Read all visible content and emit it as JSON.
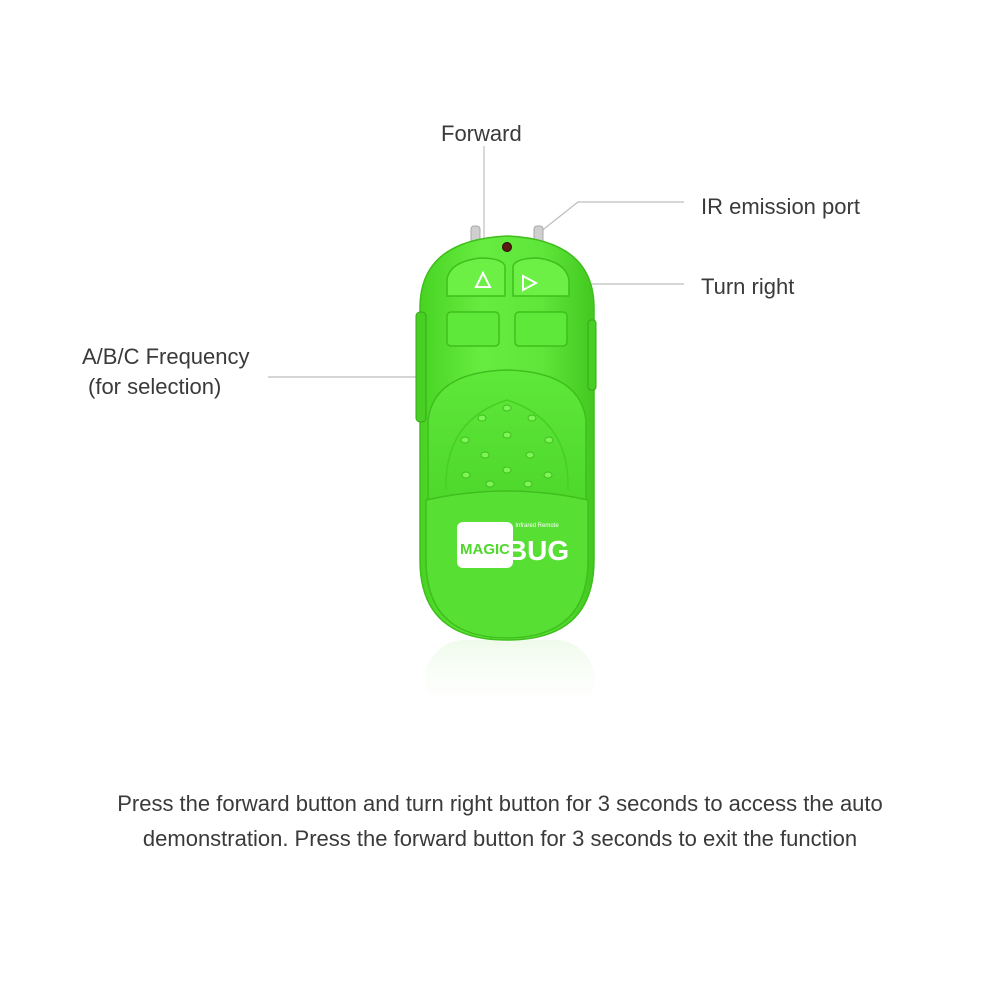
{
  "labels": {
    "forward": "Forward",
    "ir_port": "IR emission port",
    "turn_right": "Turn right",
    "frequency_line1": "A/B/C Frequency",
    "frequency_line2": "(for selection)"
  },
  "logo": {
    "word1": "MAGIC",
    "word2": "BUG",
    "tagline": "Infrared Remote"
  },
  "caption": {
    "line1": "Press the forward button and turn right button for 3 seconds to access the auto",
    "line2": "demonstration. Press the forward button for 3 seconds to exit the function"
  },
  "colors": {
    "body_green": "#5fe63a",
    "text": "#3a3a3a",
    "leader_line": "#bdbdbd"
  }
}
